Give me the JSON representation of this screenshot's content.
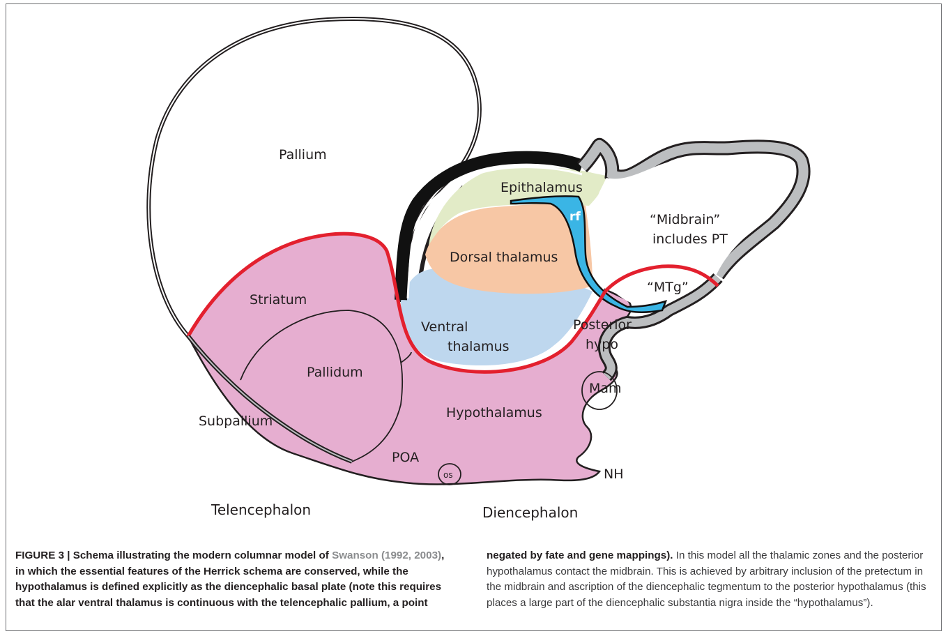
{
  "diagram": {
    "labels": {
      "pallium": "Pallium",
      "striatum": "Striatum",
      "pallidum": "Pallidum",
      "subpallium": "Subpallium",
      "poa": "POA",
      "os": "os",
      "hypothalamus": "Hypothalamus",
      "mam": "Mam",
      "nh": "NH",
      "ventral_thalamus_1": "Ventral",
      "ventral_thalamus_2": "thalamus",
      "dorsal_thalamus": "Dorsal thalamus",
      "epithalamus": "Epithalamus",
      "rf": "rf",
      "midbrain_1": "“Midbrain”",
      "midbrain_2": "includes PT",
      "mtg": "“MTg”",
      "posterior_hypo_1": "Posterior",
      "posterior_hypo_2": "hypo",
      "telencephalon": "Telencephalon",
      "diencephalon": "Diencephalon"
    },
    "colors": {
      "basal_pink": "#e6aed0",
      "ventral_thalamus_blue": "#bed7ee",
      "dorsal_thalamus_peach": "#f7c7a5",
      "epithalamus_green": "#e2ebc7",
      "rf_cyan": "#3ab5e5",
      "midbrain_gray": "#bcbec0",
      "boundary_red": "#e3202e",
      "roof_black": "#111111"
    }
  },
  "caption": {
    "figure_label": "FIGURE 3 | Schema illustrating the modern columnar model of",
    "citation": "Swanson (1992, 2003)",
    "bold_rest_1": ", in which the essential features of the Herrick schema are conserved, while the hypothalamus is defined explicitly as the diencephalic basal plate (note this requires that the alar ventral thalamus is continuous with the telencephalic pallium, a point",
    "bold_rest_2": "negated by fate and gene mappings).",
    "body": " In this model all the thalamic zones and the posterior hypothalamus contact the midbrain. This is achieved by arbitrary inclusion of the pretectum in the midbrain and ascription of the diencephalic tegmentum to the posterior hypothalamus (this places a large part of the diencephalic substantia nigra inside the “hypothalamus”)."
  }
}
